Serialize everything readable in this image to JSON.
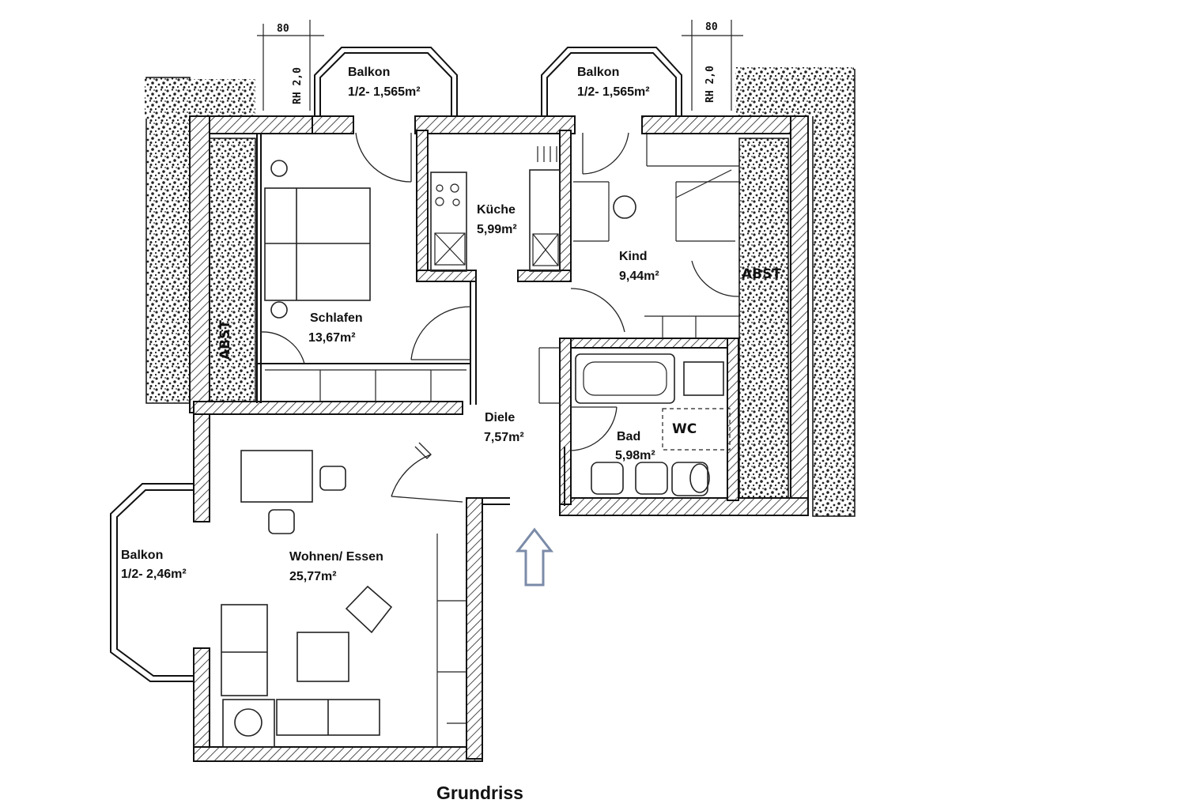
{
  "labels": {
    "balkon_left": {
      "name": "Balkon",
      "area": "1/2- 1,565m²"
    },
    "balkon_right": {
      "name": "Balkon",
      "area": "1/2- 1,565m²"
    },
    "balkon_west": {
      "name": "Balkon",
      "area": "1/2- 2,46m²"
    },
    "kueche": {
      "name": "Küche",
      "area": "5,99m²"
    },
    "kind": {
      "name": "Kind",
      "area": "9,44m²"
    },
    "schlafen": {
      "name": "Schlafen",
      "area": "13,67m²"
    },
    "diele": {
      "name": "Diele",
      "area": "7,57m²"
    },
    "bad": {
      "name": "Bad",
      "area": "5,98m²"
    },
    "wohnen": {
      "name": "Wohnen/ Essen",
      "area": "25,77m²"
    }
  },
  "annotations": {
    "dim_left": "80",
    "dim_right": "80",
    "rh_left": "RH 2,0",
    "rh_right": "RH 2,0",
    "abst_left": "ABST",
    "abst_right": "ABST",
    "wc": "WC"
  },
  "entrance": {
    "icon": "arrow-up-icon",
    "color": "#7b8ba8"
  },
  "title": "Grundriss"
}
